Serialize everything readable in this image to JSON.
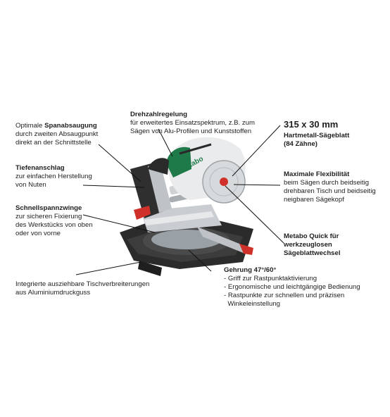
{
  "annotations": {
    "spanabsaugung": {
      "prefix": "Optimale ",
      "bold": "Spanabsaugung",
      "lines": [
        "durch zweiten Absaugpunkt",
        "direkt an der Schnittstelle"
      ]
    },
    "drehzahl": {
      "bold": "Drehzahlregelung",
      "lines": [
        "für erweitertes Einsatzspektrum, z.B. zum",
        "Sägen von Alu-Profilen und Kunststoffen"
      ]
    },
    "blade": {
      "size": "315 x 30 mm",
      "bold_lines": [
        "Hartmetall-Sägeblatt",
        "(84 Zähne)"
      ]
    },
    "tiefenanschlag": {
      "bold": "Tiefenanschlag",
      "lines": [
        "zur einfachen Herstellung",
        "von Nuten"
      ]
    },
    "flexibilitaet": {
      "bold": "Maximale Flexibilität",
      "lines": [
        "beim Sägen durch beidseitig",
        "drehbaren Tisch und beidseitig",
        "neigbaren Sägekopf"
      ]
    },
    "schnellspann": {
      "bold": "Schnellspannzwinge",
      "lines": [
        "zur sicheren Fixierung",
        "des Werkstücks von oben",
        "oder von vorne"
      ]
    },
    "quick": {
      "bold_lines": [
        "Metabo Quick für",
        "werkzeuglosen",
        "Sägeblattwechsel"
      ]
    },
    "gehrung": {
      "bold": "Gehrung 47°/60°",
      "items": [
        "- Griff zur Rastpunktaktivierung",
        "- Ergonomische und leichtgängige Bedienung",
        "- Rastpunkte zur schnellen und präzisen",
        "  Winkeleinstellung"
      ]
    },
    "tisch": {
      "lines": [
        "Integrierte ausziehbare Tischverbreiterungen",
        "aus Aluminiumdruckguss"
      ]
    }
  },
  "product": {
    "brand": "metabo"
  },
  "colors": {
    "brand_green": "#1f7a4a",
    "body_grey": "#bfc3c7",
    "dark": "#2a2a2a",
    "accent_red": "#d0302a"
  }
}
